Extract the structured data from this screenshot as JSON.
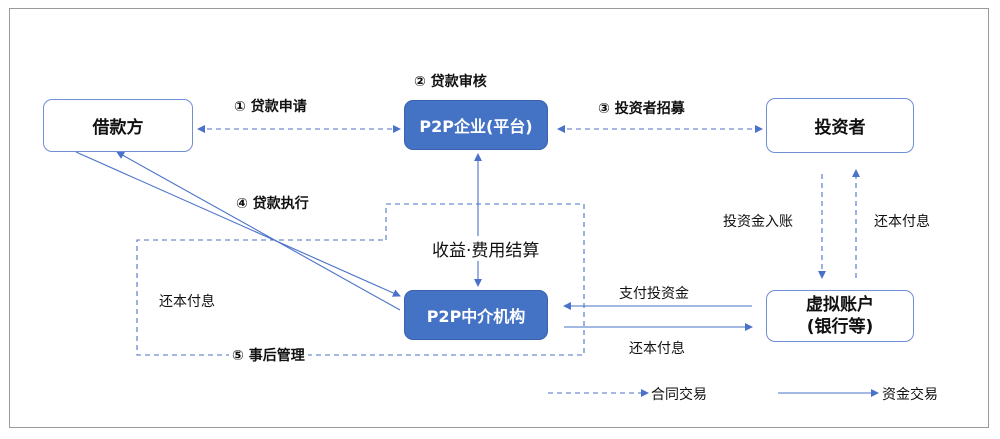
{
  "nodes": {
    "borrower": "借款方",
    "platform": "P2P企业(平台)",
    "investor": "投资者",
    "intermediary": "P2P中介机构",
    "virtual_account_line1": "虚拟账户",
    "virtual_account_line2": "(银行等)"
  },
  "steps": {
    "s1": "① 贷款申请",
    "s2": "② 贷款审核",
    "s3": "③ 投资者招募",
    "s4": "④ 贷款执行",
    "s5": "⑤ 事后管理"
  },
  "flows": {
    "revenue_settlement": "收益·费用结算",
    "repay_left": "还本付息",
    "invest_in": "投资金入账",
    "repay_right": "还本付息",
    "pay_investment": "支付投资金",
    "repay_bottom": "还本付息"
  },
  "legend": {
    "contract": "合同交易",
    "fund": "资金交易"
  },
  "colors": {
    "node_fill": "#4472c4",
    "node_border": "#6f8fd6",
    "line": "#4a72c8"
  }
}
